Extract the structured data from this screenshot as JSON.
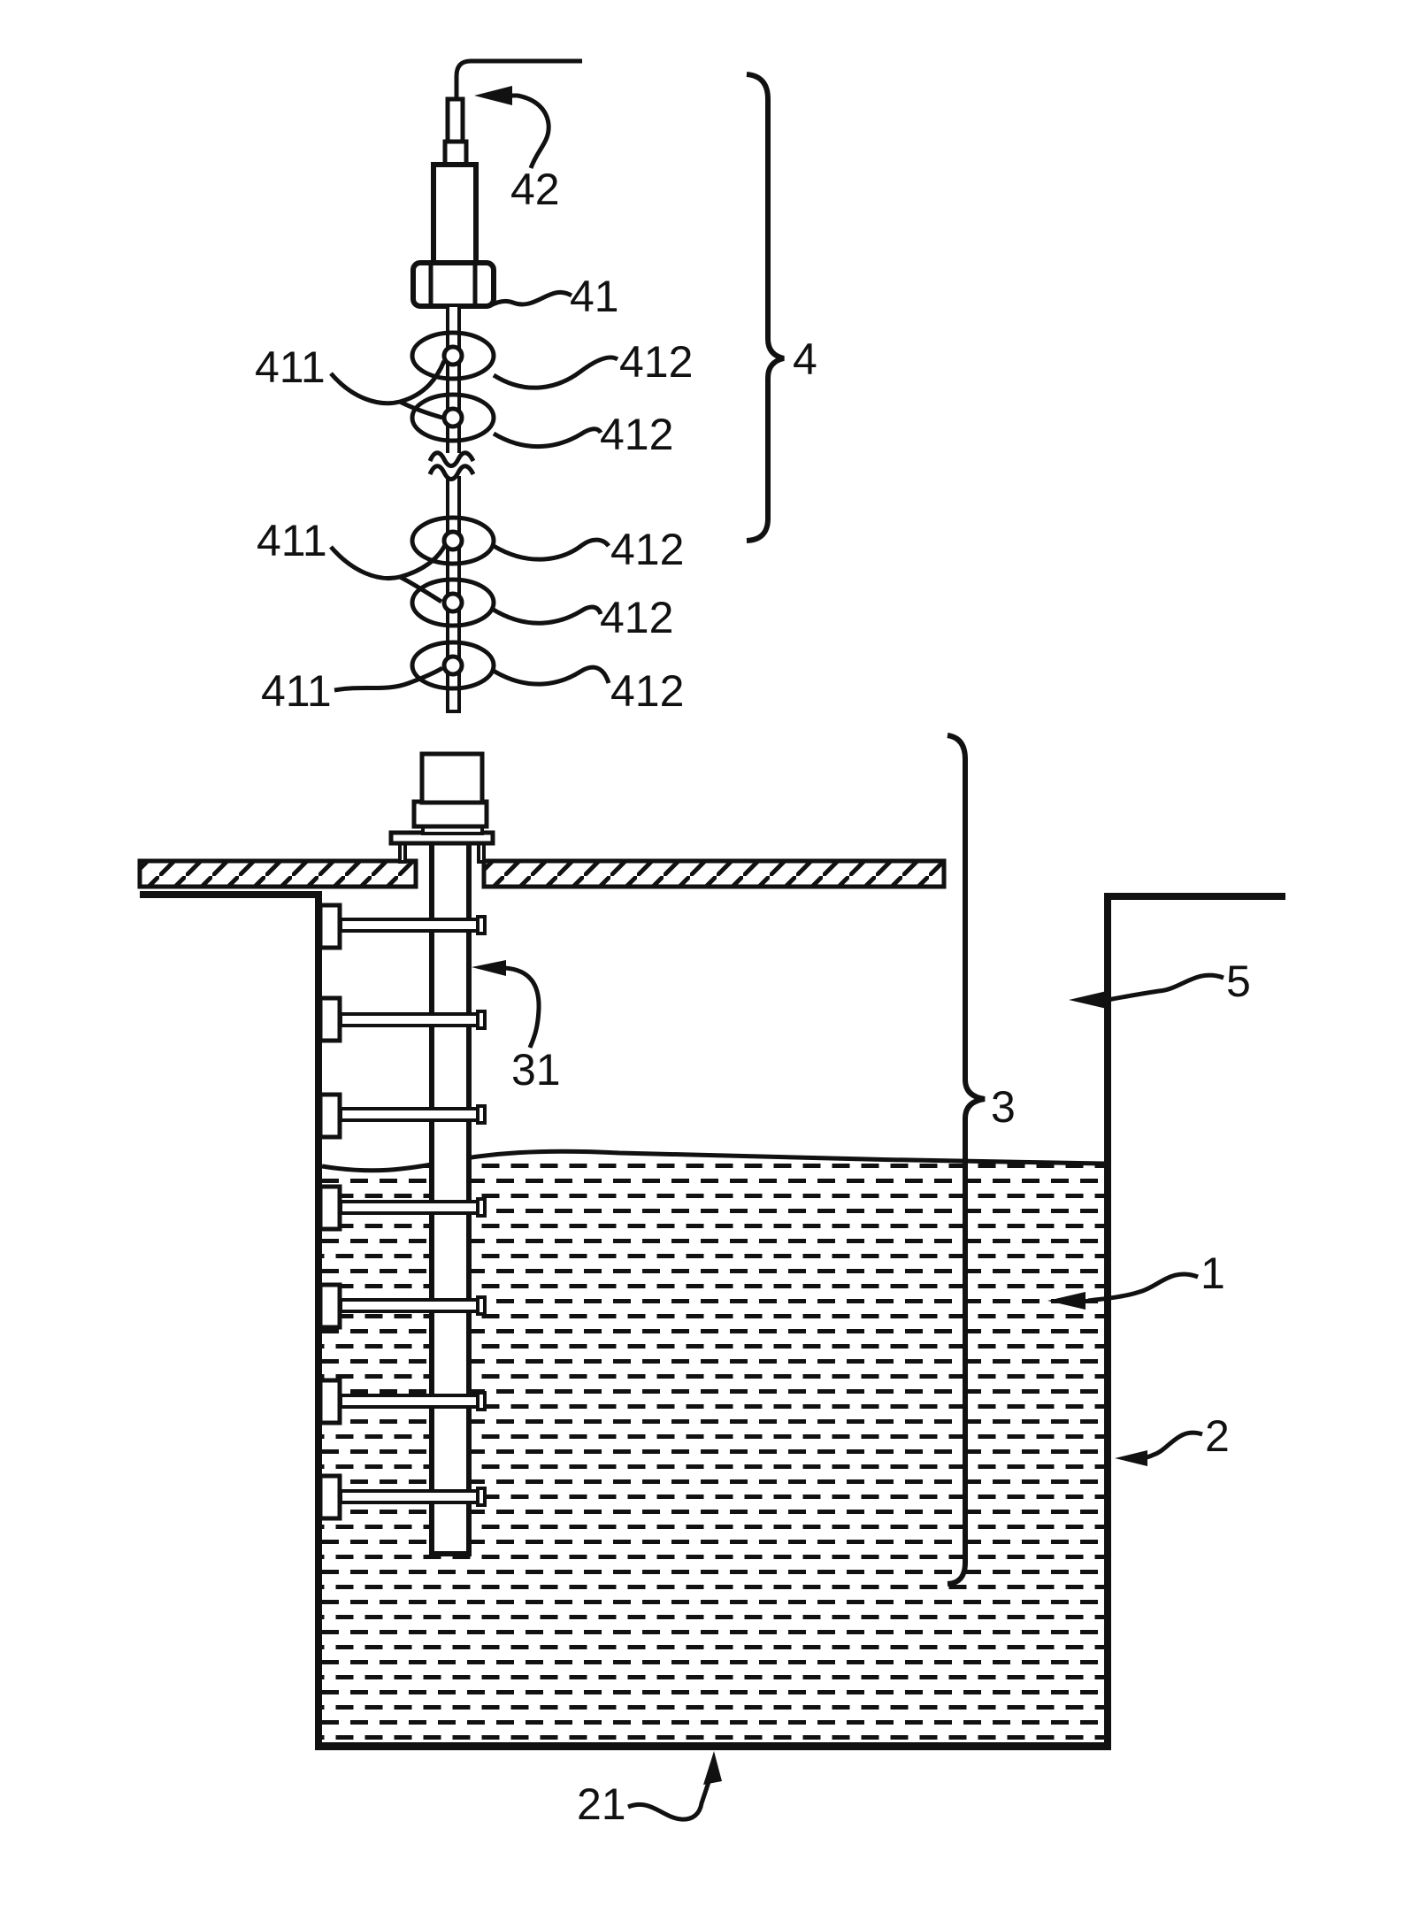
{
  "figure": {
    "kind": "patent line drawing",
    "colors": {
      "line": "#111111",
      "background": "#ffffff"
    },
    "labels": {
      "ref4": "4",
      "ref41": "41",
      "ref42": "42",
      "ref411": "411",
      "ref412": "412",
      "ref3": "3",
      "ref31": "31",
      "ref1": "1",
      "ref2": "2",
      "ref21": "21",
      "ref5": "5"
    }
  }
}
